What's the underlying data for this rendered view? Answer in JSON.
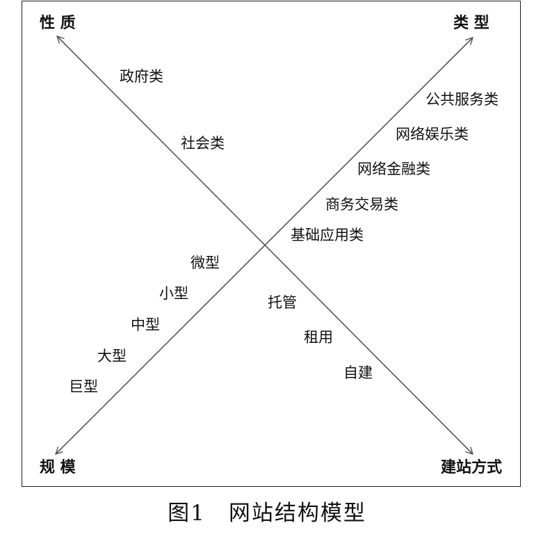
{
  "corners": {
    "nature": "性 质",
    "type": "类 型",
    "scale": "规 模",
    "build": "建站方式"
  },
  "nature_items": [
    "政府类",
    "社会类"
  ],
  "type_items": [
    "公共服务类",
    "网络娱乐类",
    "网络金融类",
    "商务交易类",
    "基础应用类"
  ],
  "scale_items": [
    "微型",
    "小型",
    "中型",
    "大型",
    "巨型"
  ],
  "build_items": [
    "托管",
    "租用",
    "自建"
  ],
  "caption": "图1　网站结构模型",
  "colors": {
    "axis": "#555555",
    "text": "#111111",
    "frame": "#1a1a1a"
  }
}
